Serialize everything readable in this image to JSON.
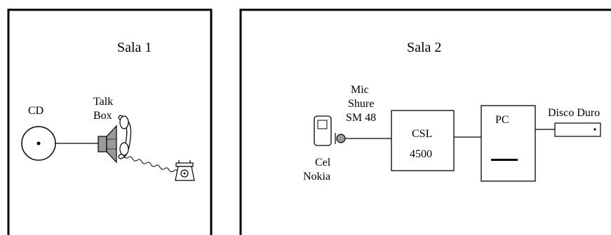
{
  "rooms": [
    {
      "title": "Sala 1"
    },
    {
      "title": "Sala 2"
    }
  ],
  "sala1": {
    "cd_label": "CD",
    "talkbox_label_line1": "Talk",
    "talkbox_label_line2": "Box"
  },
  "sala2": {
    "mic_label_line1": "Mic",
    "mic_label_line2": "Shure",
    "mic_label_line3": "SM 48",
    "phone_label_line1": "Cel",
    "phone_label_line2": "Nokia",
    "csl_label_line1": "CSL",
    "csl_label_line2": "4500",
    "pc_label": "PC",
    "disk_label": "Disco Duro"
  },
  "icons": [
    "cd-icon",
    "speaker-icon",
    "telephone-handset-icon",
    "desk-telephone-icon",
    "cellphone-icon",
    "microphone-icon",
    "hard-disk-icon"
  ]
}
